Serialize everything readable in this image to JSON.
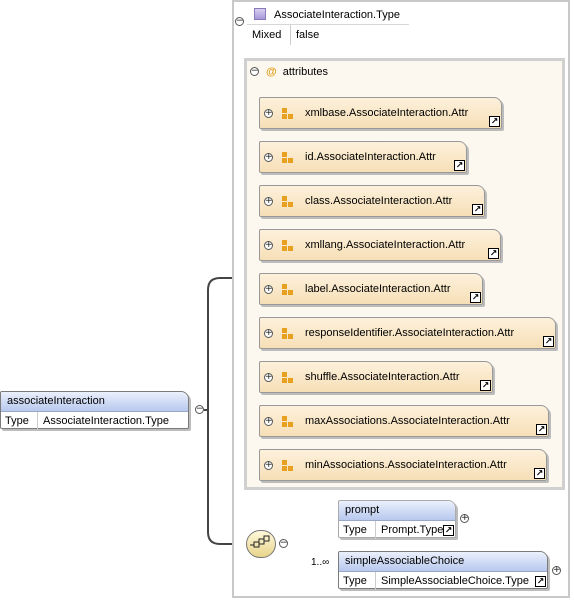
{
  "root_element": {
    "name": "associateInteraction",
    "type_key": "Type",
    "type_value": "AssociateInteraction.Type"
  },
  "complex_type": {
    "name": "AssociateInteraction.Type",
    "mixed_key": "Mixed",
    "mixed_value": "false"
  },
  "attributes_group": {
    "at_symbol": "@",
    "label": "attributes",
    "items": [
      {
        "label": "xmlbase.AssociateInteraction.Attr"
      },
      {
        "label": "id.AssociateInteraction.Attr"
      },
      {
        "label": "class.AssociateInteraction.Attr"
      },
      {
        "label": "xmllang.AssociateInteraction.Attr"
      },
      {
        "label": "label.AssociateInteraction.Attr"
      },
      {
        "label": "responseIdentifier.AssociateInteraction.Attr"
      },
      {
        "label": "shuffle.AssociateInteraction.Attr"
      },
      {
        "label": "maxAssociations.AssociateInteraction.Attr"
      },
      {
        "label": "minAssociations.AssociateInteraction.Attr"
      }
    ]
  },
  "children": {
    "prompt": {
      "name": "prompt",
      "type_key": "Type",
      "type_value": "Prompt.Type"
    },
    "choice": {
      "name": "simpleAssociableChoice",
      "type_key": "Type",
      "type_value": "SimpleAssociableChoice.Type",
      "cardinality": "1..∞"
    }
  },
  "glyphs": {
    "collapse": "−",
    "expand": "+",
    "link": "↗"
  },
  "colors": {
    "attr_fill": "#f6dfb6",
    "elem_header": "#b8c8ee",
    "attr_icon": "#e8a020"
  }
}
